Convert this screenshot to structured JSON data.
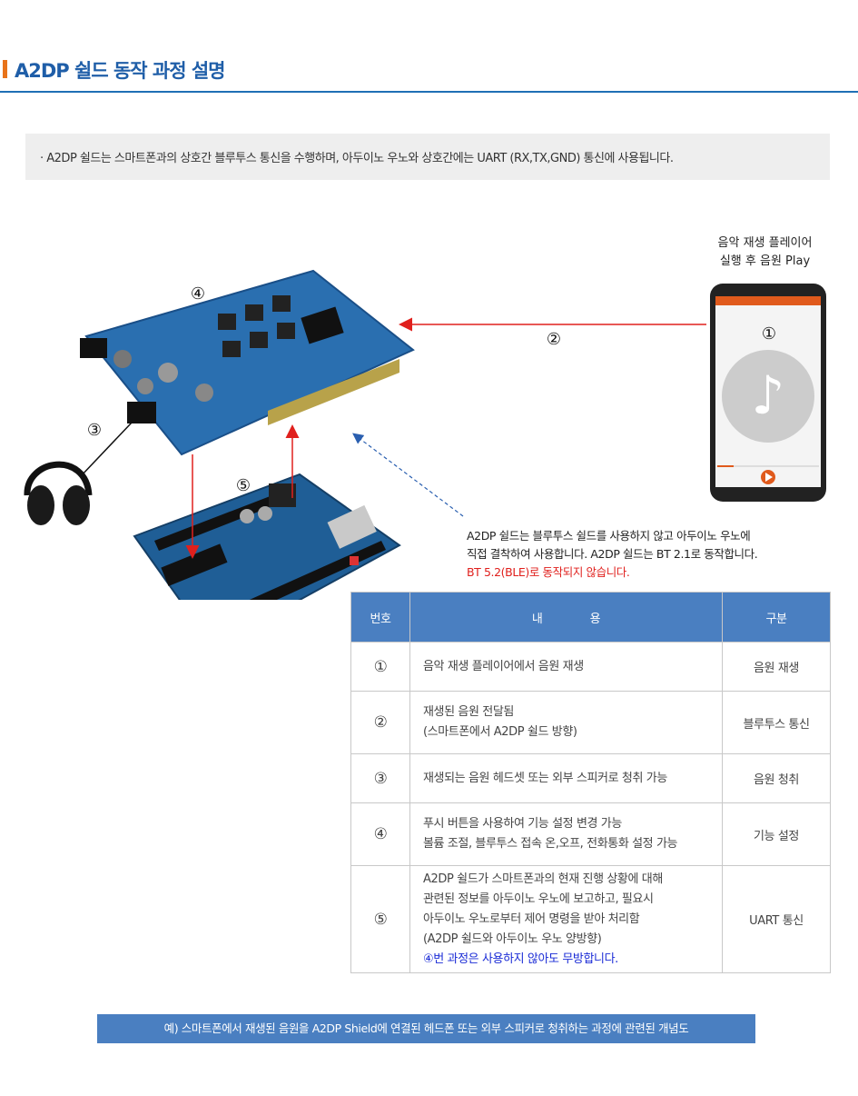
{
  "title": "A2DP 쉴드 동작 과정 설명",
  "intro": "· A2DP 쉴드는 스마트폰과의  상호간 블루투스 통신을 수행하며, 아두이노 우노와 상호간에는  UART (RX,TX,GND) 통신에 사용됩니다.",
  "diagram": {
    "player_label_line1": "음악 재생 플레이어",
    "player_label_line2": "실행 후 음원 Play",
    "markers": [
      "①",
      "②",
      "③",
      "④",
      "⑤"
    ],
    "note_line1": "A2DP 쉴드는 블루투스 쉴드를 사용하지 않고 아두이노 우노에",
    "note_line2": "직접 결착하여 사용합니다.  A2DP 쉴드는 BT 2.1로 동작합니다.",
    "note_line3": "BT 5.2(BLE)로 동작되지 않습니다.",
    "accent_red": "#e0201d",
    "accent_blue": "#1f5ea8"
  },
  "table": {
    "headers": {
      "num": "번호",
      "content": "내              용",
      "category": "구분"
    },
    "rows": [
      {
        "num": "①",
        "lines": [
          "음악 재생 플레이어에서 음원 재생"
        ],
        "category": "음원 재생"
      },
      {
        "num": "②",
        "lines": [
          "재생된 음원 전달됨",
          "(스마트폰에서 A2DP 쉴드 방향)"
        ],
        "category": "블루투스 통신"
      },
      {
        "num": "③",
        "lines": [
          "재생되는 음원 헤드셋 또는 외부 스피커로 청취 가능"
        ],
        "category": "음원 청취"
      },
      {
        "num": "④",
        "lines": [
          "푸시 버튼을 사용하여 기능 설정 변경 가능",
          "볼륨 조절, 블루투스 접속 온,오프, 전화통화 설정 가능"
        ],
        "category": "기능 설정"
      },
      {
        "num": "⑤",
        "lines": [
          "A2DP 쉴드가 스마트폰과의 현재 진행 상황에 대해",
          "관련된 정보를 아두이노 우노에 보고하고, 필요시",
          "아두이노 우노로부터 제어 명령을 받아 처리함",
          "(A2DP 쉴드와 아두이노 우노 양방향)"
        ],
        "note": "④번 과정은 사용하지 않아도 무방합니다.",
        "category": "UART 통신"
      }
    ]
  },
  "caption": "예) 스마트폰에서 재생된 음원을 A2DP Shield에 연결된 헤드폰 또는 외부 스피커로 청취하는 과정에 관련된 개념도"
}
